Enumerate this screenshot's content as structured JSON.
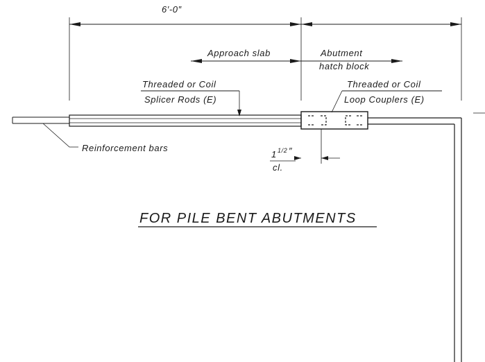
{
  "drawing": {
    "overall_dimension": "6′-0″",
    "approach_slab_label": "Approach slab",
    "abutment_label_line1": "Abutment",
    "abutment_label_line2": "hatch block",
    "splicer_label_line1": "Threaded or Coil",
    "splicer_label_line2": "Splicer Rods (E)",
    "coupler_label_line1": "Threaded or Coil",
    "coupler_label_line2": "Loop Couplers (E)",
    "reinforcement_label": "Reinforcement bars",
    "clearance_whole": "1",
    "clearance_fraction": "1/2",
    "clearance_inch_mark": "″",
    "clearance_unit": "cl.",
    "title": "FOR PILE BENT ABUTMENTS"
  }
}
